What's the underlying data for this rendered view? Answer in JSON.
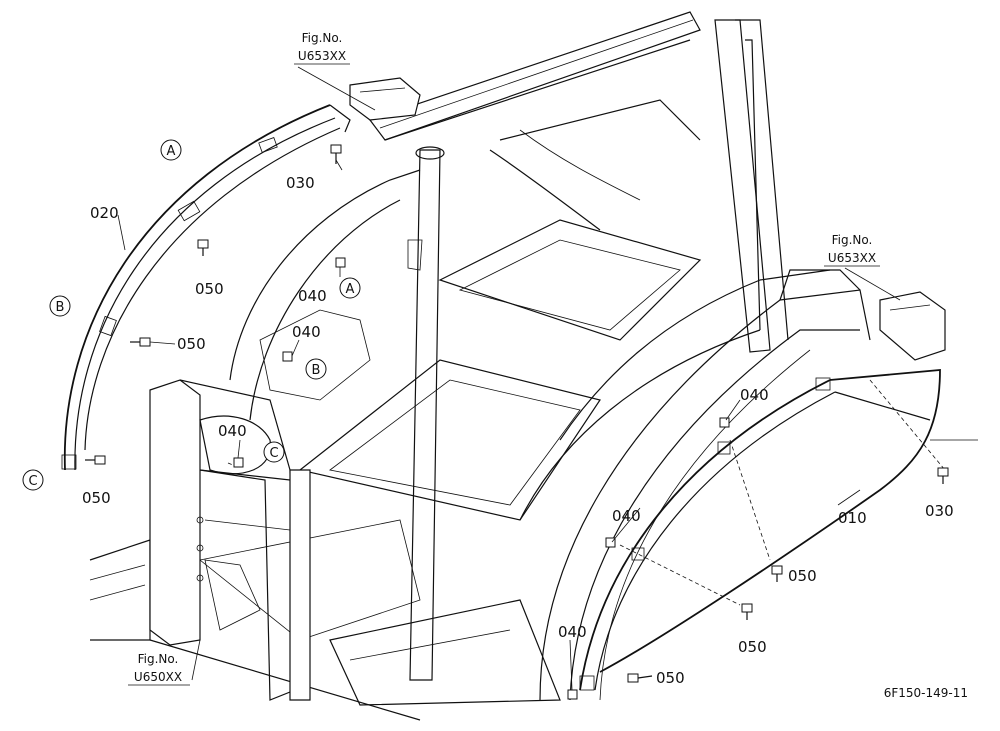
{
  "figure_id": "6F150-149-11",
  "fig_refs": [
    {
      "key": "top",
      "label": "Fig.No.",
      "code": "U653XX"
    },
    {
      "key": "right",
      "label": "Fig.No.",
      "code": "U653XX"
    },
    {
      "key": "bottom",
      "label": "Fig.No.",
      "code": "U650XX"
    }
  ],
  "parts": {
    "p010": "010",
    "p020": "020",
    "p030": "030",
    "p040": "040",
    "p050": "050"
  },
  "markers": {
    "a": "A",
    "b": "B",
    "c": "C"
  }
}
